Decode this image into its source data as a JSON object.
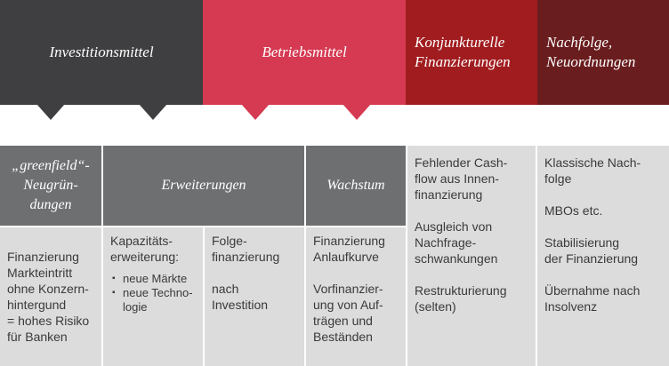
{
  "headers": {
    "investitionsmittel": "Investitionsmittel",
    "betriebsmittel": "Betriebsmittel",
    "konjunkturelle": "Konjunkturelle\nFinanzierungen",
    "nachfolge": "Nachfolge,\nNeuordnungen"
  },
  "colors": {
    "dark_gray": "#3f3f41",
    "red": "#d53a52",
    "dark_red": "#a11c1f",
    "maroon": "#6a1d1e",
    "mid_gray": "#6e6f71",
    "light_gray": "#dcdcdc"
  },
  "subheaders": {
    "greenfield": "„greenfield“-\nNeugrün-\ndungen",
    "erweiterungen": "Erweiterungen",
    "wachstum": "Wachstum"
  },
  "cells": {
    "greenfield": "Finanzierung\nMarkteintritt\nohne Konzern-\nhintergund\n= hohes Risiko\nfür Banken",
    "kapazitaet_title": "Kapazitäts-\nerweiterung:",
    "kapazitaet_items": [
      "neue Märkte",
      "neue Techno-\nlogie"
    ],
    "folge": [
      "Folge-\nfinanzierung",
      "nach\nInvestition"
    ],
    "wachstum": [
      "Finanzierung\nAnlaufkurve",
      "Vorfinanzier-\nung von Auf-\nträgen und\nBeständen"
    ],
    "konjunkturelle": [
      "Fehlender Cash-\nflow aus Innen-\nfinanzierung",
      "Ausgleich von\nNachfrage-\nschwankungen",
      "Restrukturierung\n(selten)"
    ],
    "nachfolge": [
      "Klassische Nach-\nfolge",
      "MBOs etc.",
      "Stabilisierung\nder Finanzierung",
      "Übernahme nach\nInsolvenz"
    ]
  }
}
